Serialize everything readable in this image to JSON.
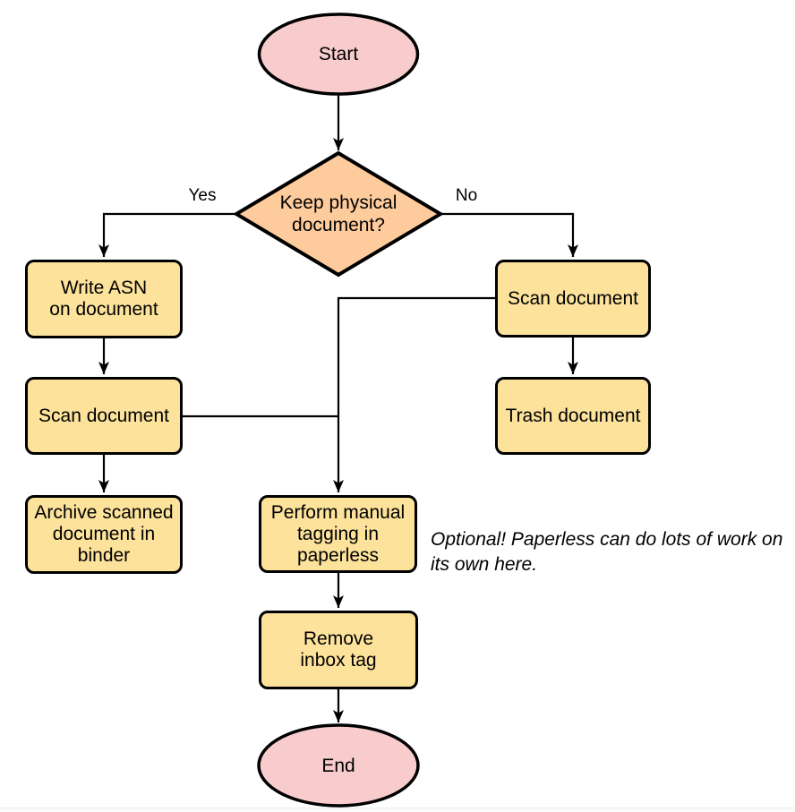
{
  "colors": {
    "terminal_fill": "#F8CCCC",
    "decision_fill": "#FECB9D",
    "process_fill": "#FCE29B",
    "stroke": "#000000",
    "footer_hairline": "#ebebeb"
  },
  "diagram": {
    "nodes": {
      "start": {
        "label": "Start",
        "type": "terminal"
      },
      "keep_physical": {
        "label": "Keep physical\ndocument?",
        "type": "decision"
      },
      "write_asn": {
        "label": "Write ASN\non document",
        "type": "process"
      },
      "scan_left": {
        "label": "Scan document",
        "type": "process"
      },
      "archive": {
        "label": "Archive scanned\ndocument in\nbinder",
        "type": "process"
      },
      "scan_right": {
        "label": "Scan document",
        "type": "process"
      },
      "trash": {
        "label": "Trash document",
        "type": "process"
      },
      "tagging": {
        "label": "Perform manual\ntagging in\npaperless",
        "type": "process"
      },
      "remove_inbox": {
        "label": "Remove\ninbox tag",
        "type": "process"
      },
      "end": {
        "label": "End",
        "type": "terminal"
      }
    },
    "edge_labels": {
      "yes": "Yes",
      "no": "No"
    },
    "annotation": "Optional! Paperless can do lots of work on\nits own here."
  }
}
